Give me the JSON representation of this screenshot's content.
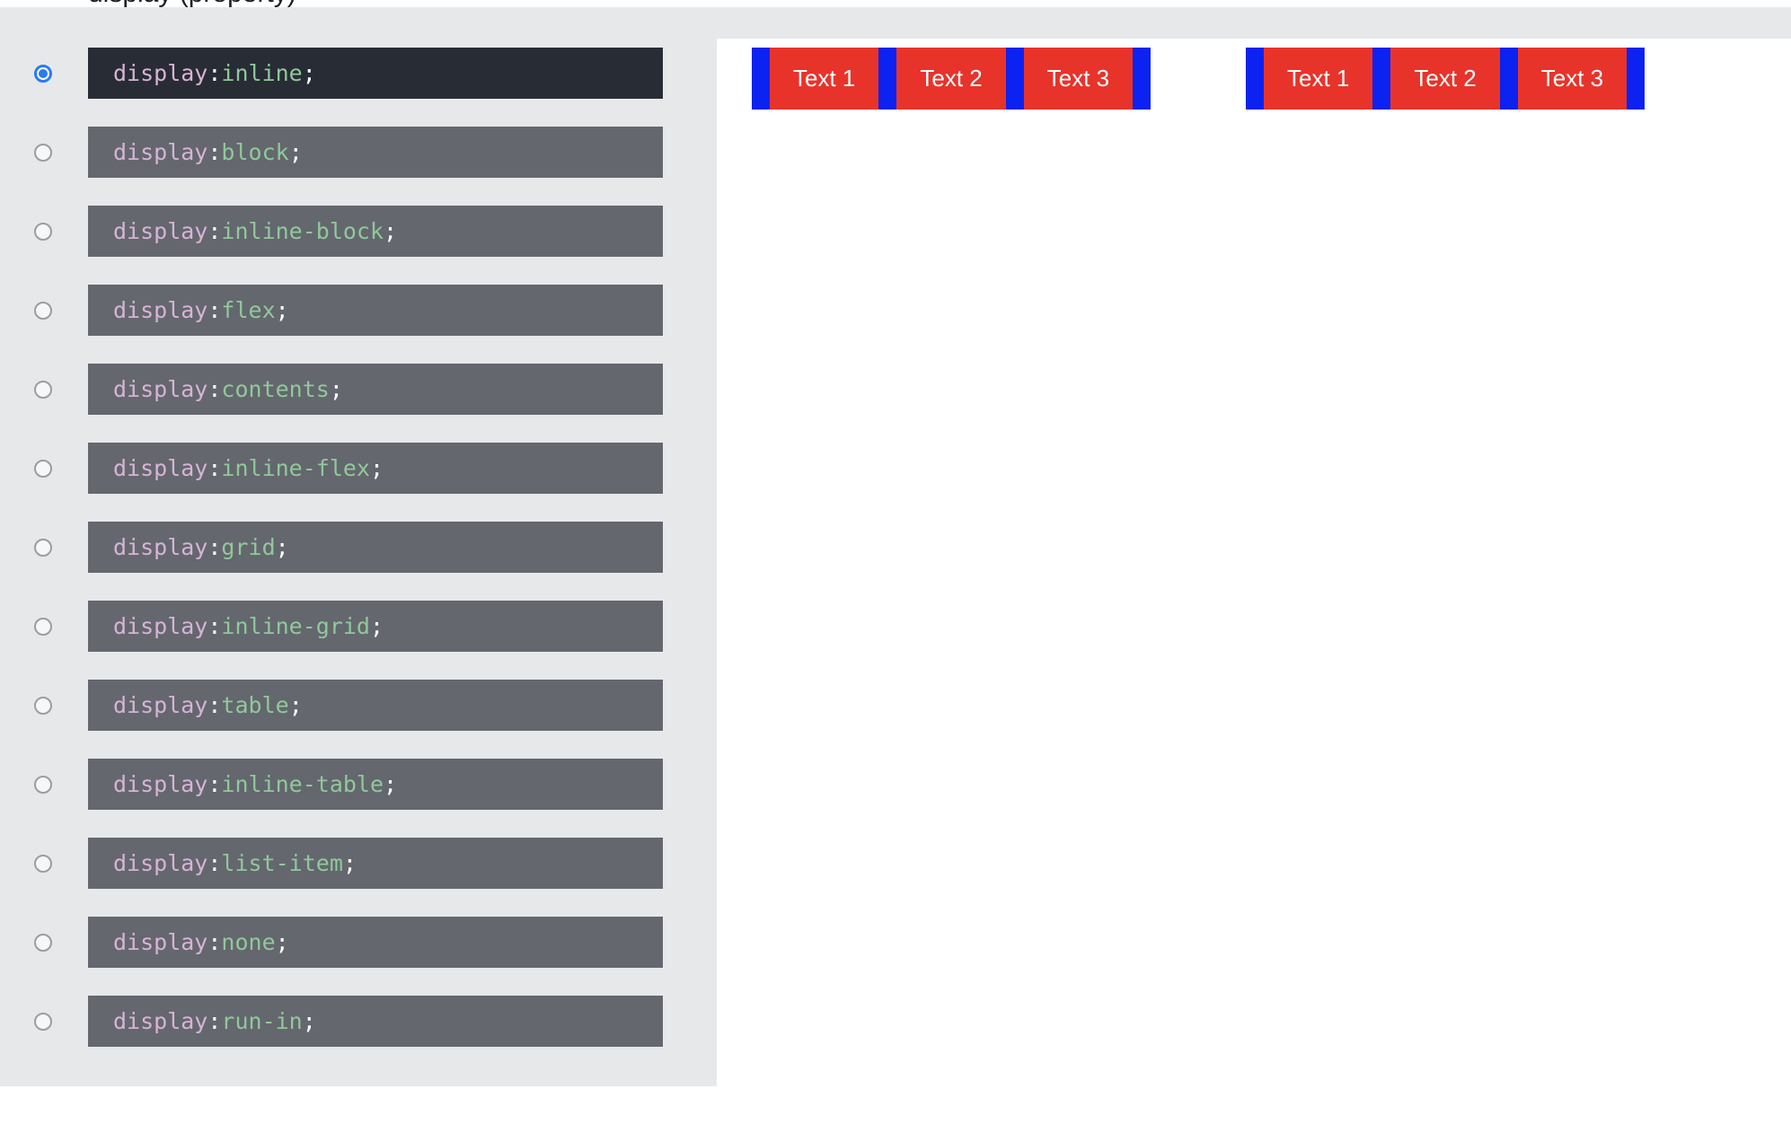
{
  "page": {
    "heading": "display (property)",
    "background_color": "#e7e8ea",
    "panel_color": "#ffffff"
  },
  "options": {
    "property": "display",
    "colon": ":",
    "semicolon": ";",
    "selected_index": 0,
    "items": [
      {
        "value": "inline",
        "selected": true
      },
      {
        "value": "block",
        "selected": false
      },
      {
        "value": "inline-block",
        "selected": false
      },
      {
        "value": "flex",
        "selected": false
      },
      {
        "value": "contents",
        "selected": false
      },
      {
        "value": "inline-flex",
        "selected": false
      },
      {
        "value": "grid",
        "selected": false
      },
      {
        "value": "inline-grid",
        "selected": false
      },
      {
        "value": "table",
        "selected": false
      },
      {
        "value": "inline-table",
        "selected": false
      },
      {
        "value": "list-item",
        "selected": false
      },
      {
        "value": "none",
        "selected": false
      },
      {
        "value": "run-in",
        "selected": false
      }
    ],
    "chip_colors": {
      "active_background": "#282c34",
      "inactive_background": "#64676e",
      "property_text": "#d7b3d7",
      "value_text": "#8fc99a",
      "punctuation_text": "#ffffff"
    },
    "radio_colors": {
      "selected": "#2a7bf0",
      "unselected_border": "#9a9da1",
      "unselected_fill": "#f7f7f7"
    }
  },
  "preview": {
    "box_color": "#e8332a",
    "separator_color": "#0b22f0",
    "text_color": "#ffffff",
    "groups": [
      {
        "labels": [
          "Text 1",
          "Text 2",
          "Text 3"
        ]
      },
      {
        "labels": [
          "Text 1",
          "Text 2",
          "Text 3"
        ]
      }
    ]
  }
}
